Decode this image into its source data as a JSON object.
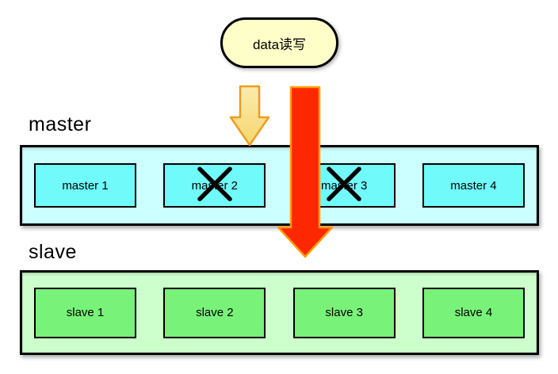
{
  "bubble": {
    "label": "data读写"
  },
  "master": {
    "label": "master",
    "nodes": [
      {
        "label": "master 1",
        "crossed_out": false
      },
      {
        "label": "master 2",
        "crossed_out": true
      },
      {
        "label": "master 3",
        "crossed_out": true
      },
      {
        "label": "master 4",
        "crossed_out": false
      }
    ]
  },
  "slave": {
    "label": "slave",
    "nodes": [
      {
        "label": "slave 1",
        "crossed_out": false
      },
      {
        "label": "slave 2",
        "crossed_out": false
      },
      {
        "label": "slave 3",
        "crossed_out": false
      },
      {
        "label": "slave 4",
        "crossed_out": false
      }
    ]
  },
  "arrows": [
    {
      "name": "short-arrow-to-master",
      "fill": "#F6D66E",
      "border": "#EC9D20",
      "direction": "down"
    },
    {
      "name": "long-arrow-to-slave",
      "fill": "#FE2800",
      "border": "#FE9B00",
      "direction": "down"
    }
  ],
  "colors": {
    "bubble_bg": "#FEFEC8",
    "master_row_bg": "#CCFFFF",
    "master_node_bg": "#70FAFA",
    "slave_row_bg": "#CCFFCC",
    "slave_node_bg": "#79F279",
    "cross_mark": "#000000",
    "border": "#000000"
  }
}
